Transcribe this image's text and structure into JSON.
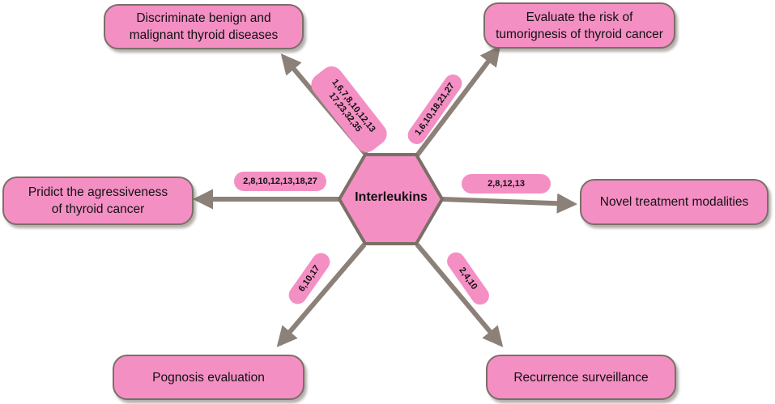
{
  "center": {
    "label": "Interleukins"
  },
  "boxes": {
    "top_left": "Discriminate benign and\nmalignant thyroid diseases",
    "top_right": "Evaluate the risk of\ntumorignesis of thyroid cancer",
    "middle_left": "Pridict the agressiveness\nof thyroid cancer",
    "middle_right": "Novel treatment modalities",
    "bottom_left": "Pognosis  evaluation",
    "bottom_right": "Recurrence surveillance"
  },
  "labels": {
    "top_left": "1,6,7,8,10,12,13\n17,23,32,35",
    "top_right": "1,6,10,18,21,27",
    "middle_left": "2,8,10,12,13,18,27",
    "middle_right": "2,8,12,13",
    "bottom_left": "6,10,17",
    "bottom_right": "2,4,10"
  },
  "colors": {
    "fill": "#f48fc4",
    "border": "#7a6f66",
    "arrow": "#8c8178"
  }
}
